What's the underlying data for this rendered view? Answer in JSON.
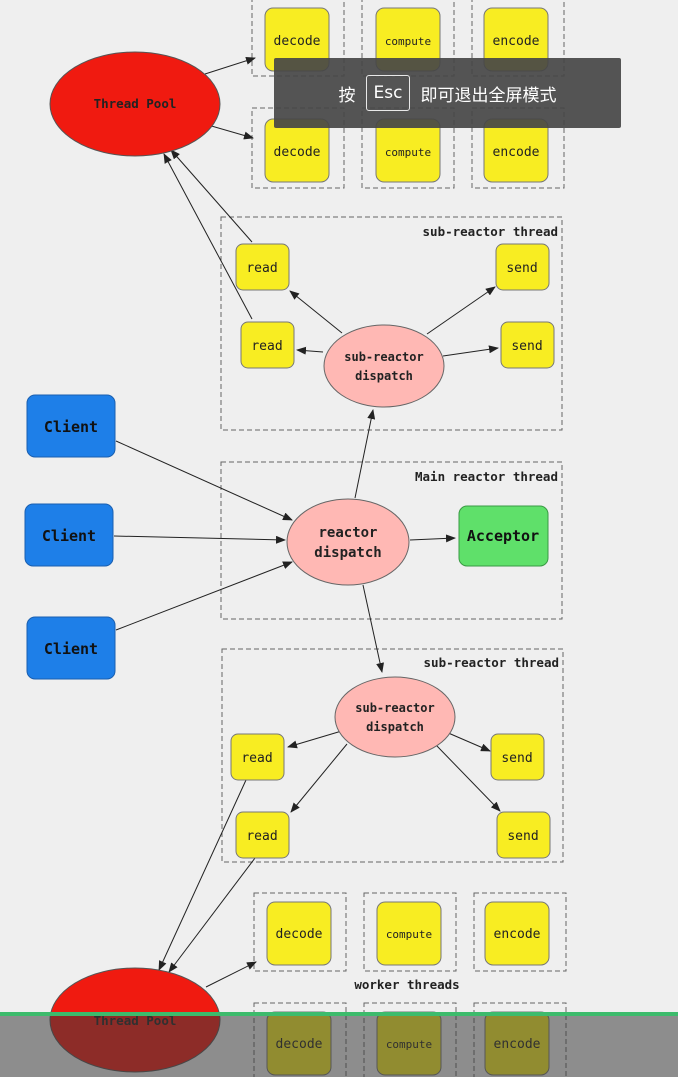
{
  "overlay": {
    "press": "按",
    "key": "Esc",
    "action": "即可退出全屏模式"
  },
  "player": {
    "progress": 1.0,
    "progress_color": "#3dbb6c"
  },
  "colors": {
    "client": "#1e7fe8",
    "thread_pool": "#f01a10",
    "dispatch": "#ffb8b4",
    "acceptor": "#5fe06a",
    "task": "#f8ed22"
  },
  "labels": {
    "thread_pool": "Thread Pool",
    "client": "Client",
    "reactor_dispatch": [
      "reactor",
      "dispatch"
    ],
    "sub_reactor_dispatch": [
      "sub-reactor",
      "dispatch"
    ],
    "acceptor": "Acceptor",
    "read": "read",
    "send": "send",
    "decode": "decode",
    "compute": "compute",
    "encode": "encode",
    "main_reactor_thread": "Main reactor thread",
    "sub_reactor_thread": "sub-reactor thread",
    "worker_threads": "worker threads"
  }
}
